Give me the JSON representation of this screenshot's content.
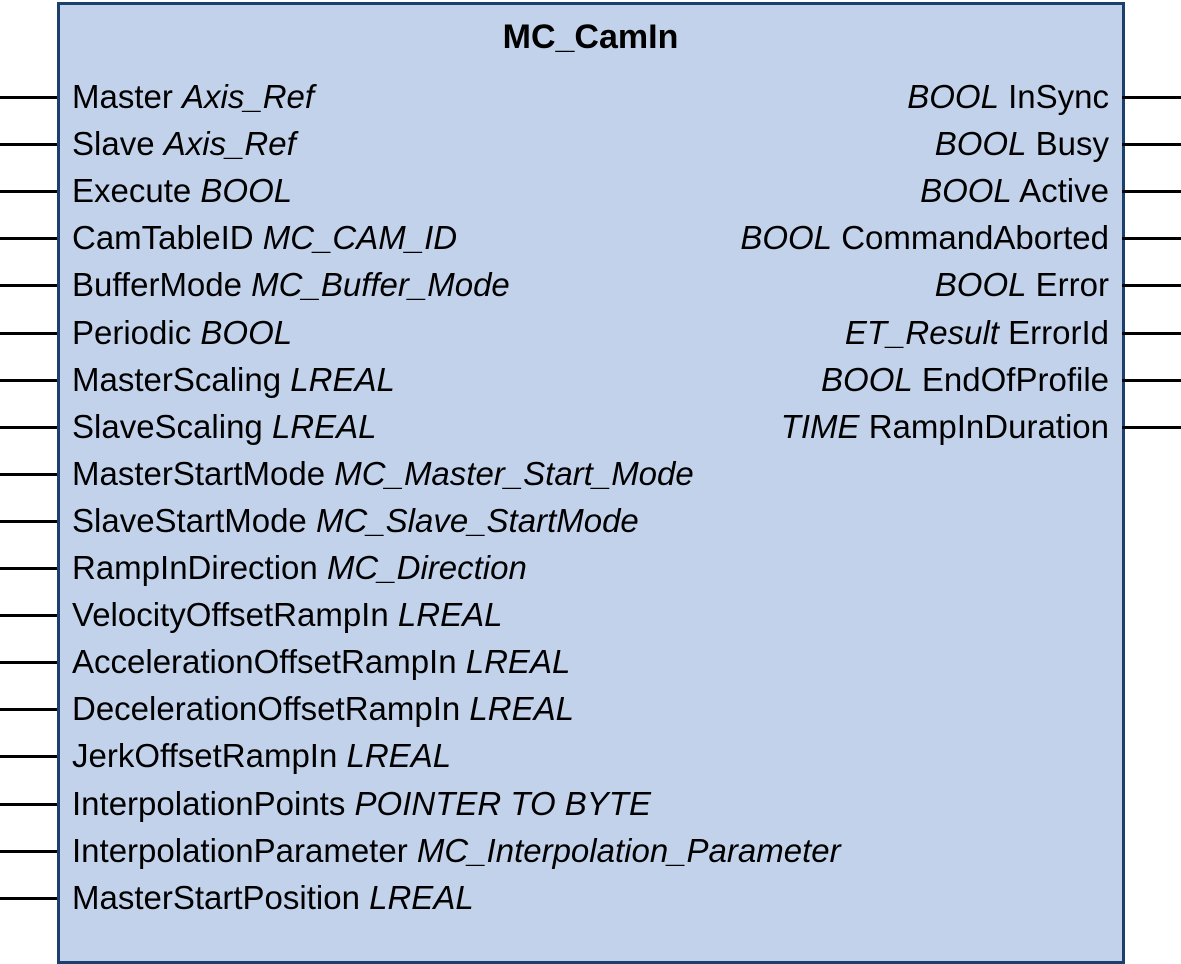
{
  "block": {
    "name": "MC_CamIn",
    "inputs": [
      {
        "name": "Master",
        "type": "Axis_Ref"
      },
      {
        "name": "Slave",
        "type": "Axis_Ref"
      },
      {
        "name": "Execute",
        "type": "BOOL"
      },
      {
        "name": "CamTableID",
        "type": "MC_CAM_ID"
      },
      {
        "name": "BufferMode",
        "type": "MC_Buffer_Mode"
      },
      {
        "name": "Periodic",
        "type": "BOOL"
      },
      {
        "name": "MasterScaling",
        "type": "LREAL"
      },
      {
        "name": "SlaveScaling",
        "type": "LREAL"
      },
      {
        "name": "MasterStartMode",
        "type": "MC_Master_Start_Mode"
      },
      {
        "name": "SlaveStartMode",
        "type": "MC_Slave_StartMode"
      },
      {
        "name": "RampInDirection",
        "type": "MC_Direction"
      },
      {
        "name": "VelocityOffsetRampIn",
        "type": "LREAL"
      },
      {
        "name": "AccelerationOffsetRampIn",
        "type": "LREAL"
      },
      {
        "name": "DecelerationOffsetRampIn",
        "type": "LREAL"
      },
      {
        "name": "JerkOffsetRampIn",
        "type": "LREAL"
      },
      {
        "name": "InterpolationPoints",
        "type": "POINTER TO BYTE"
      },
      {
        "name": "InterpolationParameter",
        "type": "MC_Interpolation_Parameter"
      },
      {
        "name": "MasterStartPosition",
        "type": "LREAL"
      }
    ],
    "outputs": [
      {
        "type": "BOOL",
        "name": "InSync"
      },
      {
        "type": "BOOL",
        "name": "Busy"
      },
      {
        "type": "BOOL",
        "name": "Active"
      },
      {
        "type": "BOOL",
        "name": "CommandAborted"
      },
      {
        "type": "BOOL",
        "name": "Error"
      },
      {
        "type": "ET_Result",
        "name": "ErrorId"
      },
      {
        "type": "BOOL",
        "name": "EndOfProfile"
      },
      {
        "type": "TIME",
        "name": "RampInDuration"
      }
    ]
  },
  "colors": {
    "block_fill": "#c2d2eb",
    "block_border": "#1c3f6e",
    "connector": "#000000"
  }
}
